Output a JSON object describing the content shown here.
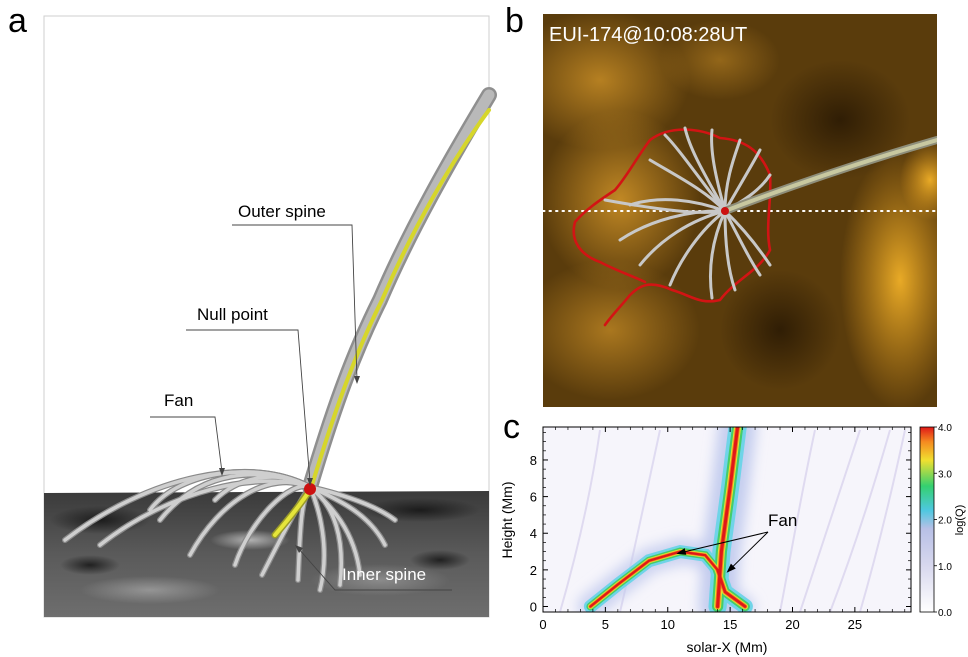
{
  "panels": {
    "a": {
      "letter": "a",
      "labels": {
        "outer_spine": "Outer spine",
        "null_point": "Null point",
        "fan": "Fan",
        "inner_spine": "Inner spine"
      }
    },
    "b": {
      "letter": "b",
      "title": "EUI-174@10:08:28UT"
    },
    "c": {
      "letter": "c",
      "annotation": "Fan",
      "xlabel": "solar-X (Mm)",
      "ylabel": "Height (Mm)",
      "colorbar_label": "log(Q)",
      "colorbar_ticks": [
        "0.0",
        "1.0",
        "2.0",
        "3.0",
        "4.0"
      ],
      "colorbar_range": [
        0.0,
        4.0
      ]
    }
  },
  "chart_data": {
    "type": "heatmap",
    "xlabel": "solar-X (Mm)",
    "ylabel": "Height (Mm)",
    "xlim": [
      0,
      29.5
    ],
    "ylim": [
      -0.3,
      9.8
    ],
    "xticks": [
      0,
      5,
      10,
      15,
      20,
      25
    ],
    "yticks": [
      0,
      2,
      4,
      6,
      8
    ],
    "colorbar": {
      "label": "log(Q)",
      "min": 0.0,
      "max": 4.0,
      "ticks": [
        0.0,
        1.0,
        2.0,
        3.0,
        4.0
      ]
    },
    "annotations": [
      {
        "text": "Fan",
        "arrows_to": [
          [
            10.8,
            2.9
          ],
          [
            14.8,
            1.9
          ]
        ]
      }
    ],
    "features": {
      "spine": [
        [
          14.0,
          0.0
        ],
        [
          14.3,
          3.0
        ],
        [
          15.0,
          6.5
        ],
        [
          15.6,
          9.8
        ]
      ],
      "fan_left": [
        [
          3.8,
          0.0
        ],
        [
          6.0,
          1.2
        ],
        [
          8.5,
          2.5
        ],
        [
          11.0,
          3.0
        ],
        [
          13.0,
          2.8
        ],
        [
          14.0,
          2.0
        ]
      ],
      "fan_right": [
        [
          14.0,
          2.0
        ],
        [
          14.6,
          0.8
        ],
        [
          16.2,
          0.0
        ]
      ]
    }
  }
}
